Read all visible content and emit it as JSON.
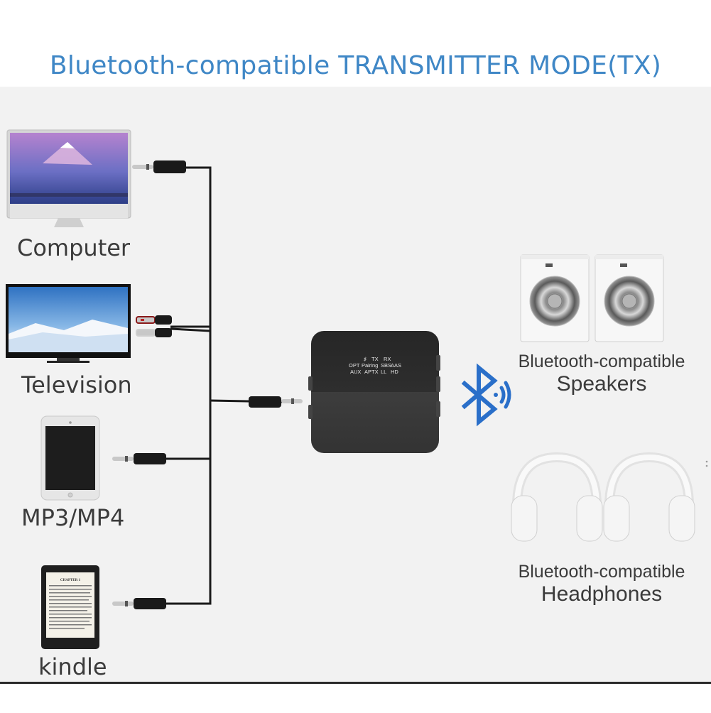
{
  "title": "Bluetooth-compatible TRANSMITTER MODE(TX)",
  "sources": {
    "computer": "Computer",
    "television": "Television",
    "mp3": "MP3/MP4",
    "kindle": "kindle"
  },
  "transmitter": {
    "row1": [
      "♯",
      "TX",
      "RX"
    ],
    "row2": [
      "OPT",
      "Pairing",
      "SBS",
      "AAS"
    ],
    "row3": [
      "AUX",
      "APTX",
      "LL",
      "HD"
    ]
  },
  "outputs": {
    "speakers_line1": "Bluetooth-compatible",
    "speakers_line2": "Speakers",
    "headphones_line1": "Bluetooth-compatible",
    "headphones_line2": "Headphones"
  },
  "colors": {
    "title": "#3f87c6",
    "bluetooth": "#2a6fc9",
    "cable": "#1a1a1a",
    "device": "#2a2a2a"
  },
  "icons": [
    "bluetooth-icon",
    "signal-waves-icon"
  ]
}
